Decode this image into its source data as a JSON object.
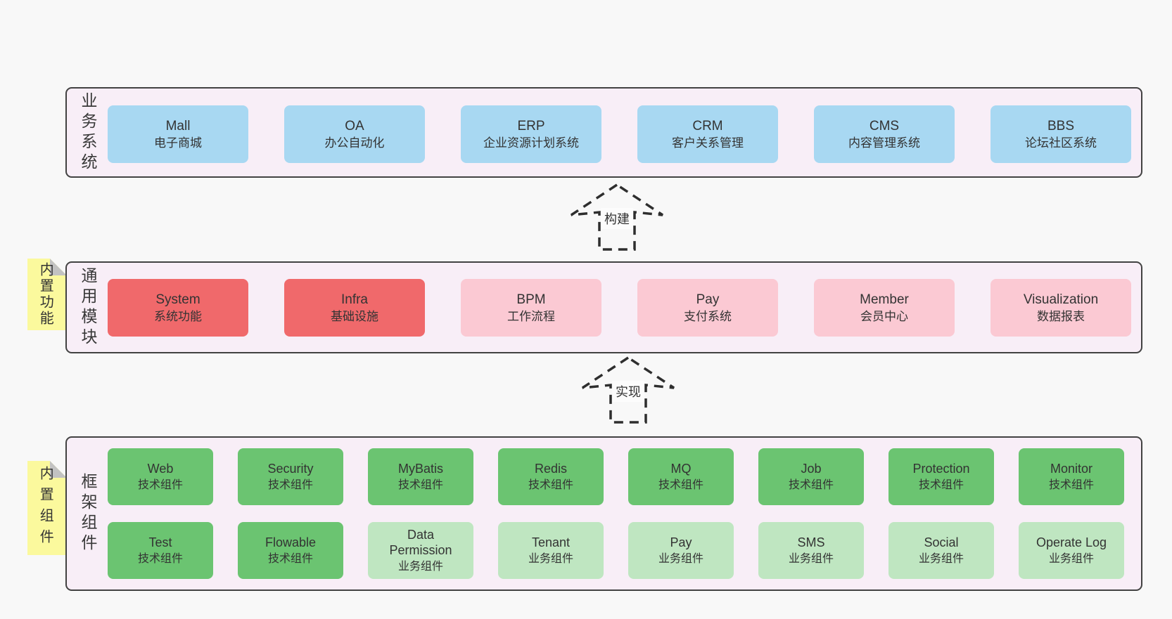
{
  "palette": {
    "page_bg": "#f8f8f8",
    "layer_bg": "#f8eef7",
    "layer_border": "#424242",
    "box_blue": "#a8d8f2",
    "box_red": "#f0696b",
    "box_pink": "#fbc9d3",
    "box_green": "#6bc471",
    "box_light_green": "#bfe6c1",
    "note_yellow": "#fbf99d",
    "note_fold_gray": "#c2c2c2",
    "text": "#333333",
    "arrow_stroke": "#2e2e2e"
  },
  "arrows": [
    {
      "label": "构建"
    },
    {
      "label": "实现"
    }
  ],
  "notes": [
    {
      "label": "内置功能"
    },
    {
      "label": "内置组件"
    }
  ],
  "layers": [
    {
      "label": "业务系统",
      "boxes": [
        {
          "name": "Mall",
          "desc": "电子商城"
        },
        {
          "name": "OA",
          "desc": "办公自动化"
        },
        {
          "name": "ERP",
          "desc": "企业资源计划系统"
        },
        {
          "name": "CRM",
          "desc": "客户关系管理"
        },
        {
          "name": "CMS",
          "desc": "内容管理系统"
        },
        {
          "name": "BBS",
          "desc": "论坛社区系统"
        }
      ]
    },
    {
      "label": "通用模块",
      "boxes": [
        {
          "name": "System",
          "desc": "系统功能"
        },
        {
          "name": "Infra",
          "desc": "基础设施"
        },
        {
          "name": "BPM",
          "desc": "工作流程"
        },
        {
          "name": "Pay",
          "desc": "支付系统"
        },
        {
          "name": "Member",
          "desc": "会员中心"
        },
        {
          "name": "Visualization",
          "desc": "数据报表"
        }
      ]
    },
    {
      "label": "框架组件",
      "rows": [
        [
          {
            "name": "Web",
            "desc": "技术组件"
          },
          {
            "name": "Security",
            "desc": "技术组件"
          },
          {
            "name": "MyBatis",
            "desc": "技术组件"
          },
          {
            "name": "Redis",
            "desc": "技术组件"
          },
          {
            "name": "MQ",
            "desc": "技术组件"
          },
          {
            "name": "Job",
            "desc": "技术组件"
          },
          {
            "name": "Protection",
            "desc": "技术组件"
          },
          {
            "name": "Monitor",
            "desc": "技术组件"
          }
        ],
        [
          {
            "name": "Test",
            "desc": "技术组件"
          },
          {
            "name": "Flowable",
            "desc": "技术组件"
          },
          {
            "name": "Data Permission",
            "desc": "业务组件"
          },
          {
            "name": "Tenant",
            "desc": "业务组件"
          },
          {
            "name": "Pay",
            "desc": "业务组件"
          },
          {
            "name": "SMS",
            "desc": "业务组件"
          },
          {
            "name": "Social",
            "desc": "业务组件"
          },
          {
            "name": "Operate Log",
            "desc": "业务组件"
          }
        ]
      ]
    }
  ]
}
